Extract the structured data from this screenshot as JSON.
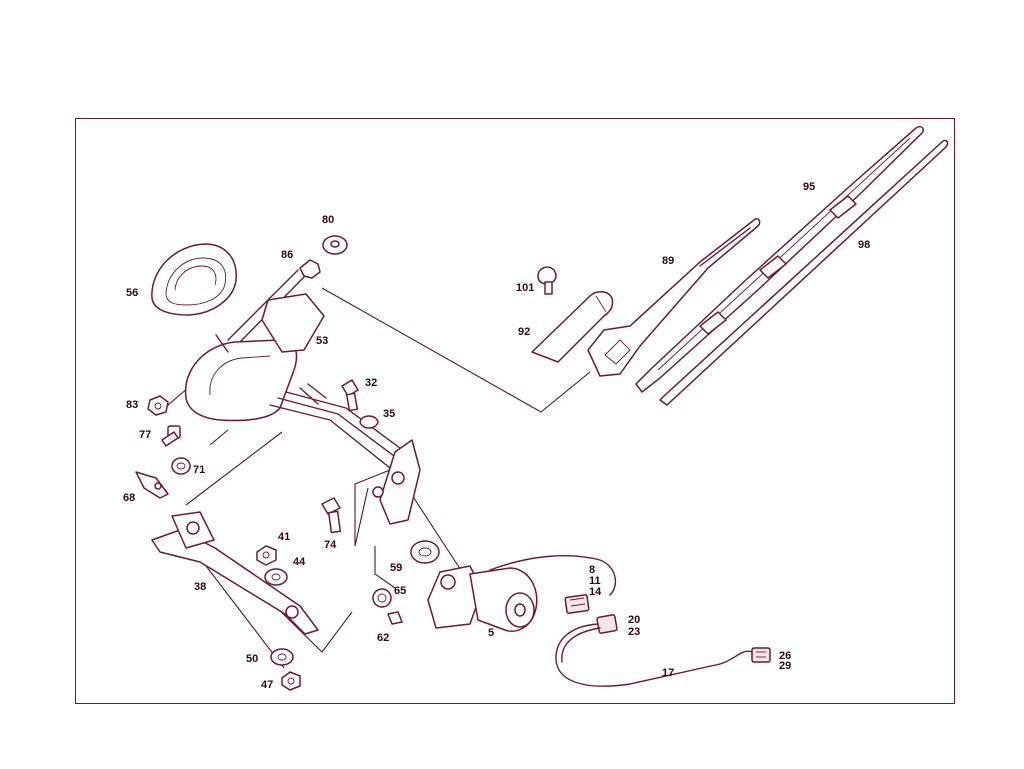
{
  "diagram": {
    "callouts": [
      "80",
      "86",
      "56",
      "53",
      "83",
      "77",
      "71",
      "68",
      "32",
      "35",
      "74",
      "41",
      "44",
      "38",
      "59",
      "65",
      "62",
      "50",
      "47",
      "5",
      "8",
      "11",
      "14",
      "20",
      "23",
      "17",
      "26",
      "29",
      "101",
      "92",
      "89",
      "95",
      "98"
    ]
  },
  "colors": {
    "ink": "#6b1a35",
    "background": "#ffffff"
  }
}
